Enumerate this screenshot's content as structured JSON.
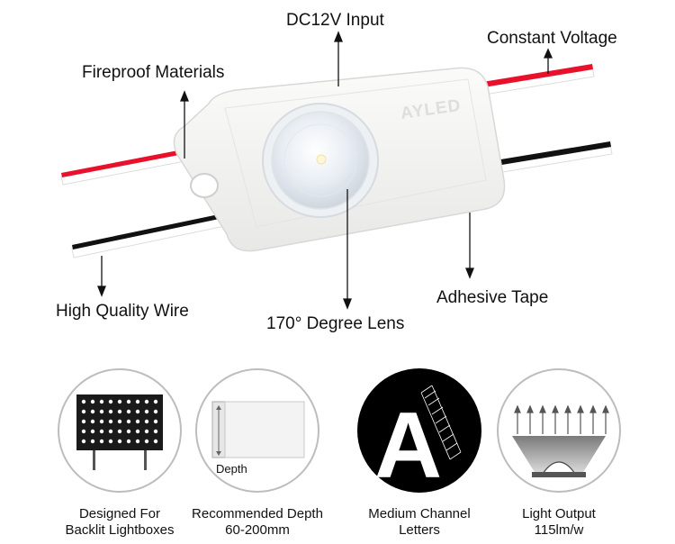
{
  "diagram": {
    "brand_logo": "AYLED",
    "callouts": {
      "dc_input": "DC12V Input",
      "constant_voltage": "Constant Voltage",
      "fireproof": "Fireproof Materials",
      "high_quality_wire": "High Quality Wire",
      "lens": "170° Degree Lens",
      "adhesive_tape": "Adhesive Tape"
    },
    "colors": {
      "red_wire": "#e8102a",
      "black_wire": "#111111",
      "module": "#f4f4f2"
    }
  },
  "features": [
    {
      "icon": "lightbox-icon",
      "line1": "Designed For",
      "line2": "Backlit Lightboxes"
    },
    {
      "icon": "depth-box-icon",
      "inner_label": "Depth",
      "line1": "Recommended Depth",
      "line2": "60-200mm"
    },
    {
      "icon": "channel-letter-icon",
      "letter": "A",
      "line1": "Medium Channel",
      "line2": "Letters"
    },
    {
      "icon": "light-output-icon",
      "line1": "Light Output",
      "line2": "115lm/w"
    }
  ]
}
